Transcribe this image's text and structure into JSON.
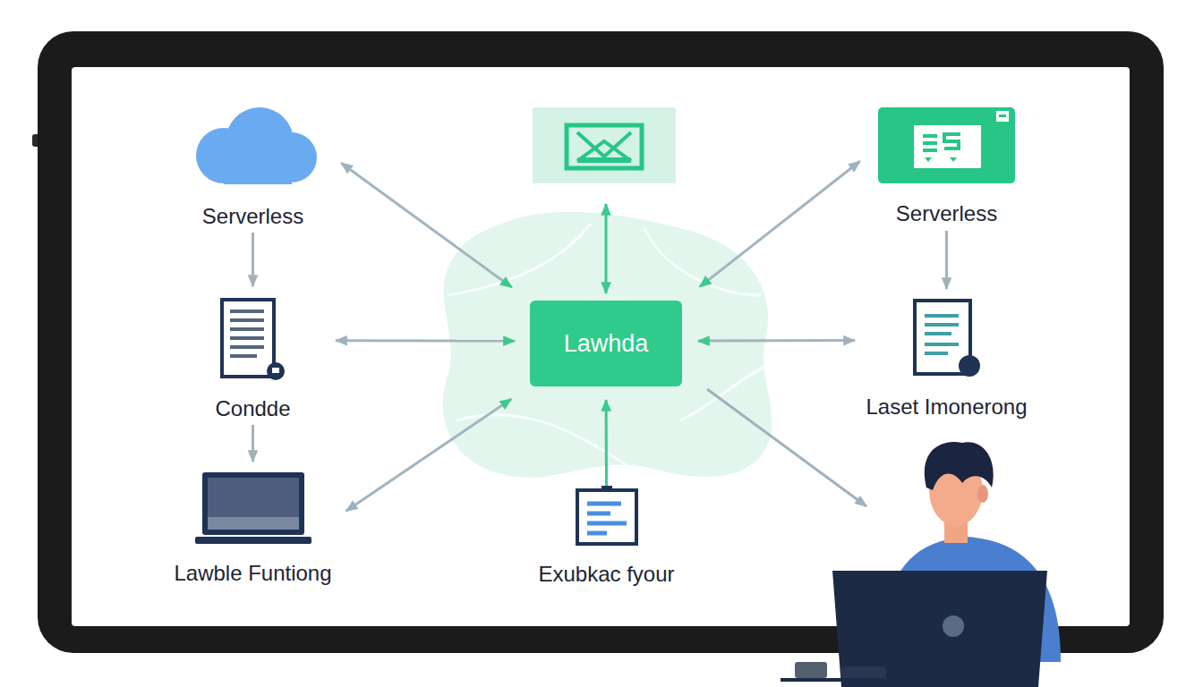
{
  "diagram": {
    "nodes": [
      {
        "text": [
          "Serverless"
        ]
      },
      {
        "text": [
          "Serverless"
        ]
      },
      {
        "text": [
          "Condde"
        ]
      },
      {
        "text": [
          "Lawhda"
        ]
      },
      {
        "text": [
          "Laset Imonerong"
        ]
      },
      {
        "text": [
          "Lawble Funtiong"
        ]
      },
      {
        "text": [
          "Exubkac fyour"
        ]
      }
    ],
    "edges": [
      {
        "from": 0,
        "to": 3,
        "arrow": "both"
      },
      {
        "from": 0,
        "to": 2,
        "arrow": "to"
      },
      {
        "from": 2,
        "to": 5,
        "arrow": "to"
      },
      {
        "from": 2,
        "to": 3,
        "arrow": "both"
      },
      {
        "from": 3,
        "to": 4,
        "arrow": "both"
      },
      {
        "from": 1,
        "to": 3,
        "arrow": "both"
      },
      {
        "from": 1,
        "to": 4,
        "arrow": "to"
      },
      {
        "from": 5,
        "to": 3,
        "arrow": "both"
      },
      {
        "from": 6,
        "to": 3,
        "arrow": "to"
      }
    ]
  }
}
